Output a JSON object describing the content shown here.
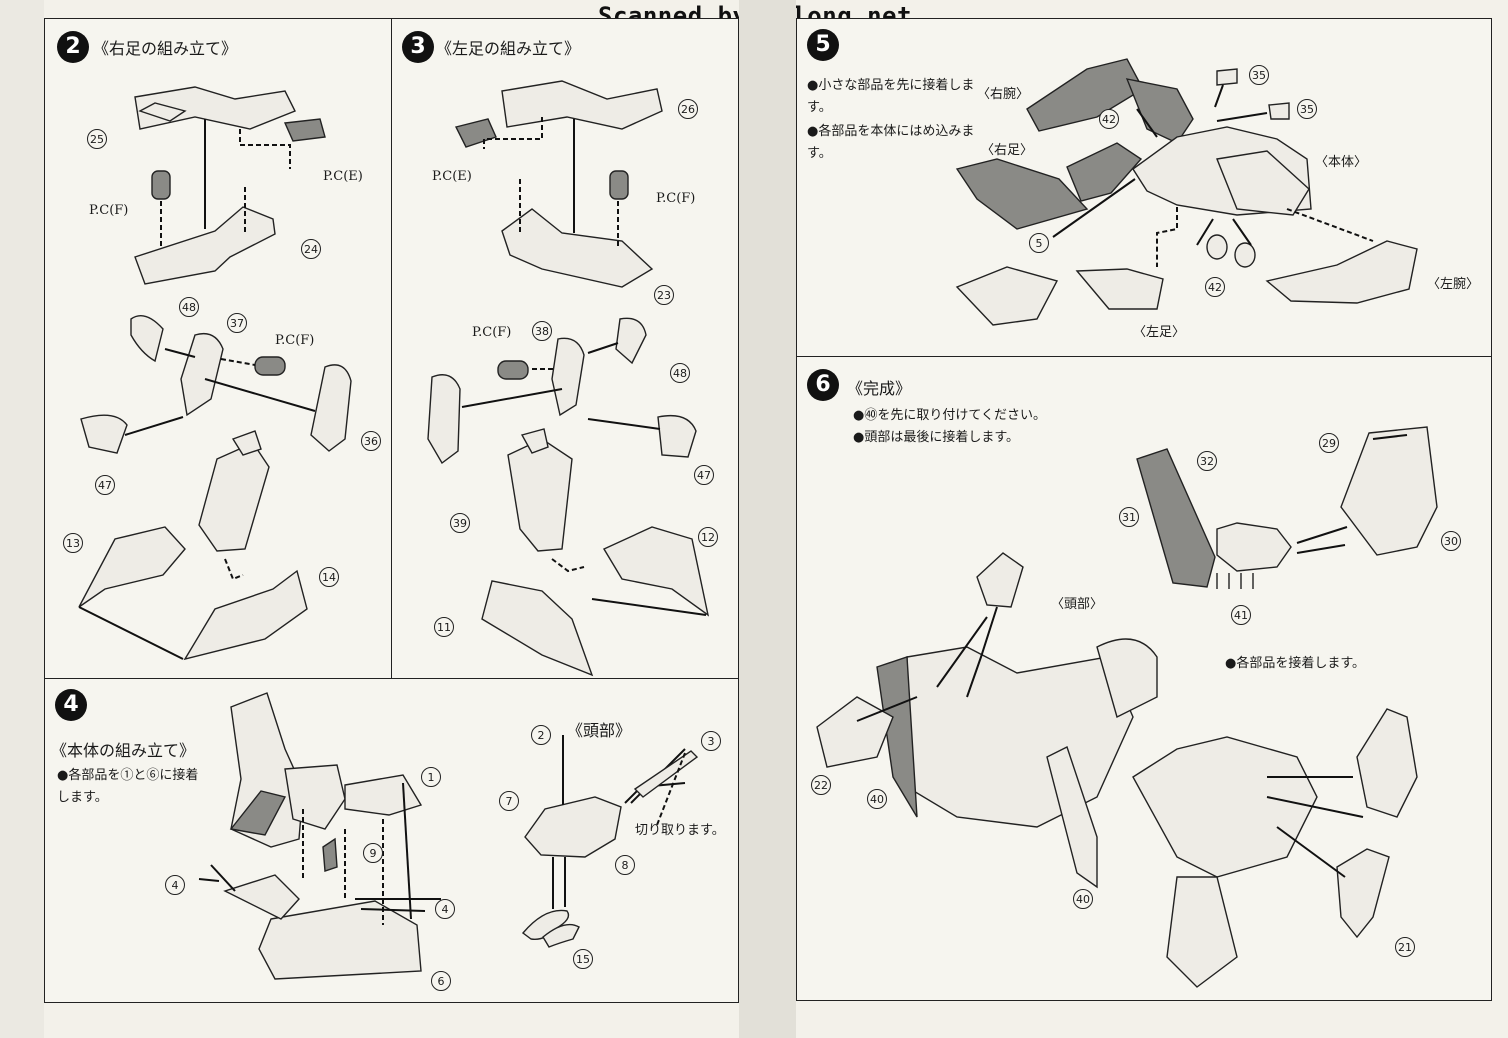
{
  "watermark": "Scanned by Dalong.net",
  "step2": {
    "number": "2",
    "title": "《右足の組み立て》",
    "parts": [
      "25",
      "P.C(E)",
      "P.C(F)",
      "24",
      "48",
      "37",
      "P.C(F)",
      "36",
      "47",
      "13",
      "14"
    ]
  },
  "step3": {
    "number": "3",
    "title": "《左足の組み立て》",
    "parts": [
      "26",
      "P.C(E)",
      "P.C(F)",
      "23",
      "P.C(F)",
      "38",
      "48",
      "47",
      "39",
      "12",
      "11"
    ]
  },
  "step4": {
    "number": "4",
    "title": "《本体の組み立て》",
    "note": "●各部品を①と⑥に接着します。",
    "head_title": "《頭部》",
    "cut_note": "切り取ります。",
    "parts": [
      "1",
      "9",
      "4",
      "4",
      "6",
      "2",
      "3",
      "7",
      "8",
      "15"
    ]
  },
  "step5": {
    "number": "5",
    "notes": [
      "●小さな部品を先に接着します。",
      "●各部品を本体にはめ込みます。"
    ],
    "labels": {
      "right_arm": "〈右腕〉",
      "right_leg": "〈右足〉",
      "body": "〈本体〉",
      "left_arm": "〈左腕〉",
      "left_leg": "〈左足〉"
    },
    "parts": [
      "35",
      "35",
      "42",
      "5",
      "42"
    ]
  },
  "step6": {
    "number": "6",
    "title": "《完成》",
    "notes": [
      "●㊵を先に取り付けてください。",
      "●頭部は最後に接着します。"
    ],
    "glue_note": "●各部品を接着します。",
    "head_label": "〈頭部〉",
    "parts": [
      "32",
      "29",
      "31",
      "30",
      "41",
      "22",
      "40",
      "40",
      "21"
    ]
  }
}
